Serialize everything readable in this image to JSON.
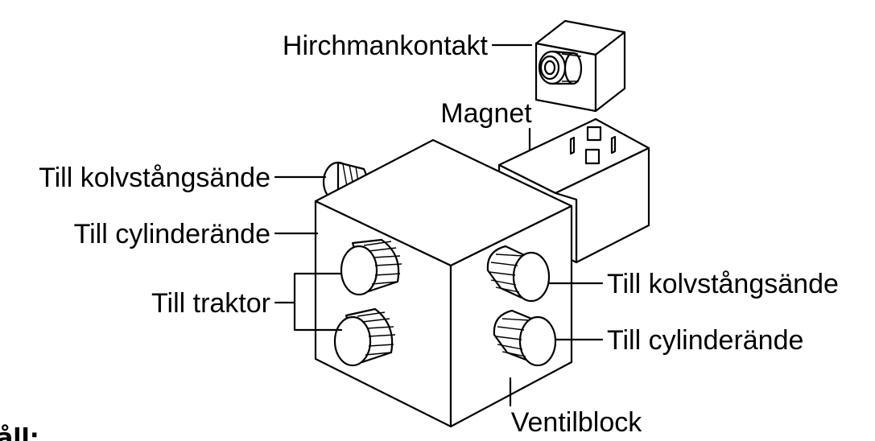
{
  "diagram": {
    "labels": {
      "hirchmann": "Hirchmankontakt",
      "magnet": "Magnet",
      "rod_end_left": "Till kolvstångsände",
      "cyl_end_left": "Till cylinderände",
      "tractor": "Till traktor",
      "rod_end_right": "Till kolvstångsände",
      "cyl_end_right": "Till cylinderände",
      "valve_block": "Ventilblock"
    },
    "bottom_heading": "åll:"
  }
}
